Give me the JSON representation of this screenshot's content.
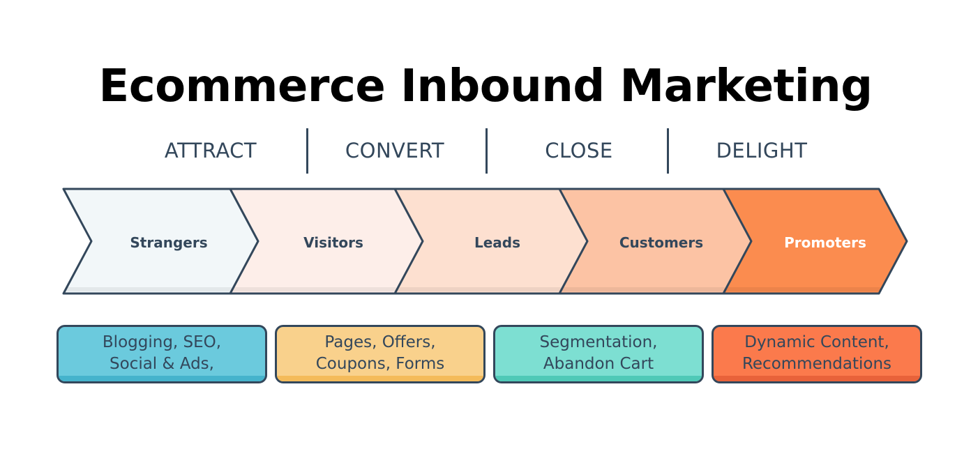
{
  "title": "Ecommerce Inbound Marketing",
  "stages": [
    {
      "label": "ATTRACT"
    },
    {
      "label": "CONVERT"
    },
    {
      "label": "CLOSE"
    },
    {
      "label": "DELIGHT"
    }
  ],
  "funnel": [
    {
      "label": "Strangers",
      "fill": "#f2f7f9",
      "text_color": "#33475b"
    },
    {
      "label": "Visitors",
      "fill": "#fdeee9",
      "text_color": "#33475b"
    },
    {
      "label": "Leads",
      "fill": "#fde0d0",
      "text_color": "#33475b"
    },
    {
      "label": "Customers",
      "fill": "#fcc3a4",
      "text_color": "#33475b"
    },
    {
      "label": "Promoters",
      "fill": "#fb8c4f",
      "text_color": "#ffffff"
    }
  ],
  "tactics": [
    {
      "line1": "Blogging, SEO,",
      "line2": "Social & Ads,",
      "fill": "#6bcadd",
      "band": "#45b3cc"
    },
    {
      "line1": "Pages, Offers,",
      "line2": "Coupons, Forms",
      "fill": "#f9d18c",
      "band": "#f4bb5a"
    },
    {
      "line1": "Segmentation,",
      "line2": "Abandon Cart",
      "fill": "#7ddfd2",
      "band": "#4fc9b7"
    },
    {
      "line1": "Dynamic Content,",
      "line2": "Recommendations",
      "fill": "#fb7a4c",
      "band": "#e8623a"
    }
  ],
  "colors": {
    "outline": "#33475b",
    "title": "#000000"
  }
}
